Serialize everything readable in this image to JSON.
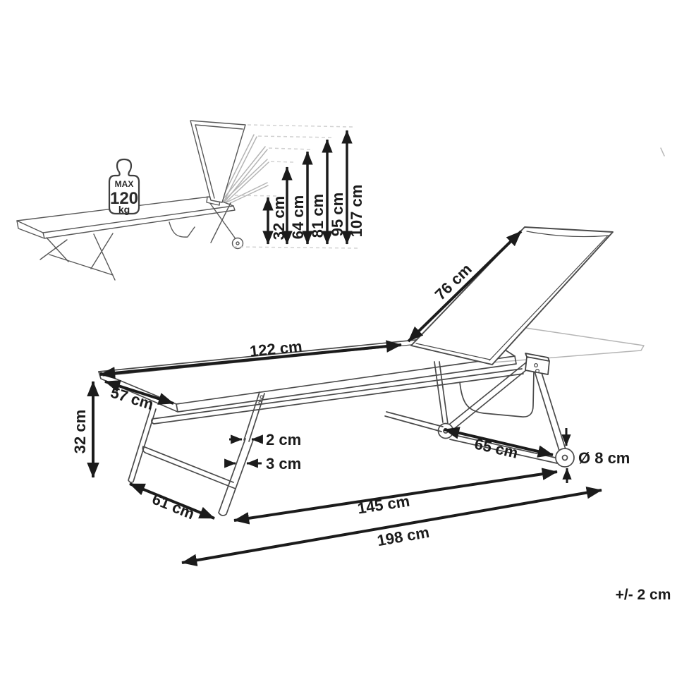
{
  "badge": {
    "max": "MAX",
    "value": "120",
    "unit": "kg"
  },
  "icons": {
    "weight_limit": "weight-kettlebell-icon"
  },
  "height_positions": {
    "labels": [
      "32 cm",
      "64 cm",
      "81 cm",
      "95 cm",
      "107 cm"
    ]
  },
  "dimensions": {
    "backrest": "76 cm",
    "seat_length": "122 cm",
    "width": "57 cm",
    "height": "32 cm",
    "tube_small": "2 cm",
    "tube_large": "3 cm",
    "leg_spread": "61 cm",
    "wheel_track": "65 cm",
    "wheel_diameter": "Ø 8 cm",
    "lying_length": "145 cm",
    "total_length": "198 cm"
  },
  "note": {
    "tolerance": "+/- 2 cm"
  },
  "colors": {
    "dimension_lines": "#1b1b1b",
    "product_outline": "#4a4a4a",
    "ghost_outline": "#b5b5b5",
    "dashed_guides": "#d2d2d2",
    "background": "#ffffff"
  }
}
